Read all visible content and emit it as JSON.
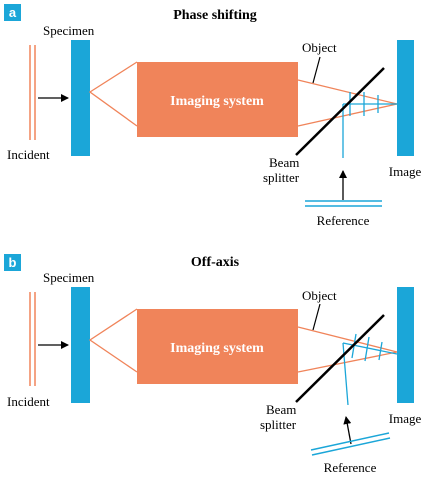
{
  "colors": {
    "tag_bg": "#1ba6d8",
    "bar": "#1ba6d8",
    "box": "#f0845a",
    "beam": "#f0845a",
    "ref": "#1ba6d8",
    "splitter": "#000000",
    "text": "#000000",
    "box_text": "#ffffff"
  },
  "panels": [
    {
      "tag": "a",
      "title": "Phase shifting",
      "labels": {
        "specimen": "Specimen",
        "incident": "Incident",
        "imaging_system": "Imaging system",
        "object": "Object",
        "beam": "Beam",
        "splitter": "splitter",
        "image": "Image",
        "reference": "Reference"
      }
    },
    {
      "tag": "b",
      "title": "Off-axis",
      "labels": {
        "specimen": "Specimen",
        "incident": "Incident",
        "imaging_system": "Imaging system",
        "object": "Object",
        "beam": "Beam",
        "splitter": "splitter",
        "image": "Image",
        "reference": "Reference"
      }
    }
  ]
}
